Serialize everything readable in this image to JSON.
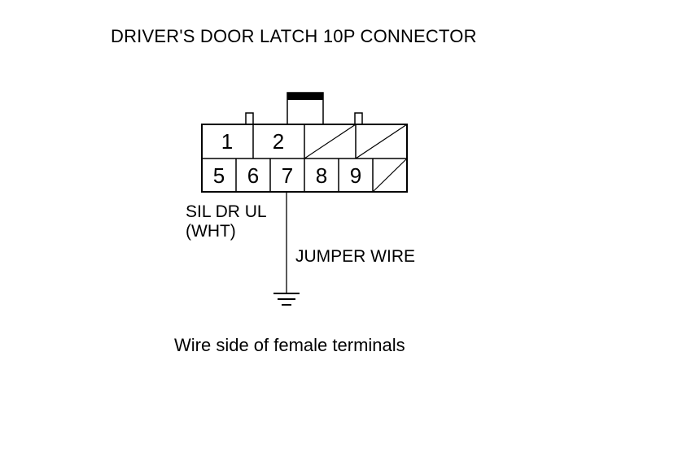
{
  "title": "DRIVER'S DOOR LATCH 10P CONNECTOR",
  "caption": "Wire side of female terminals",
  "connector": {
    "top_row": [
      {
        "label": "1",
        "empty": false
      },
      {
        "label": "2",
        "empty": false
      },
      {
        "label": "",
        "empty": true
      },
      {
        "label": "",
        "empty": true
      }
    ],
    "bottom_row": [
      {
        "label": "5",
        "empty": false
      },
      {
        "label": "6",
        "empty": false
      },
      {
        "label": "7",
        "empty": false
      },
      {
        "label": "8",
        "empty": false
      },
      {
        "label": "9",
        "empty": false
      },
      {
        "label": "",
        "empty": true
      }
    ]
  },
  "wire": {
    "terminal": "7",
    "name_line1": "SIL DR UL",
    "name_line2": "(WHT)",
    "jumper_label": "JUMPER WIRE",
    "ground_icon": "ground-icon"
  }
}
